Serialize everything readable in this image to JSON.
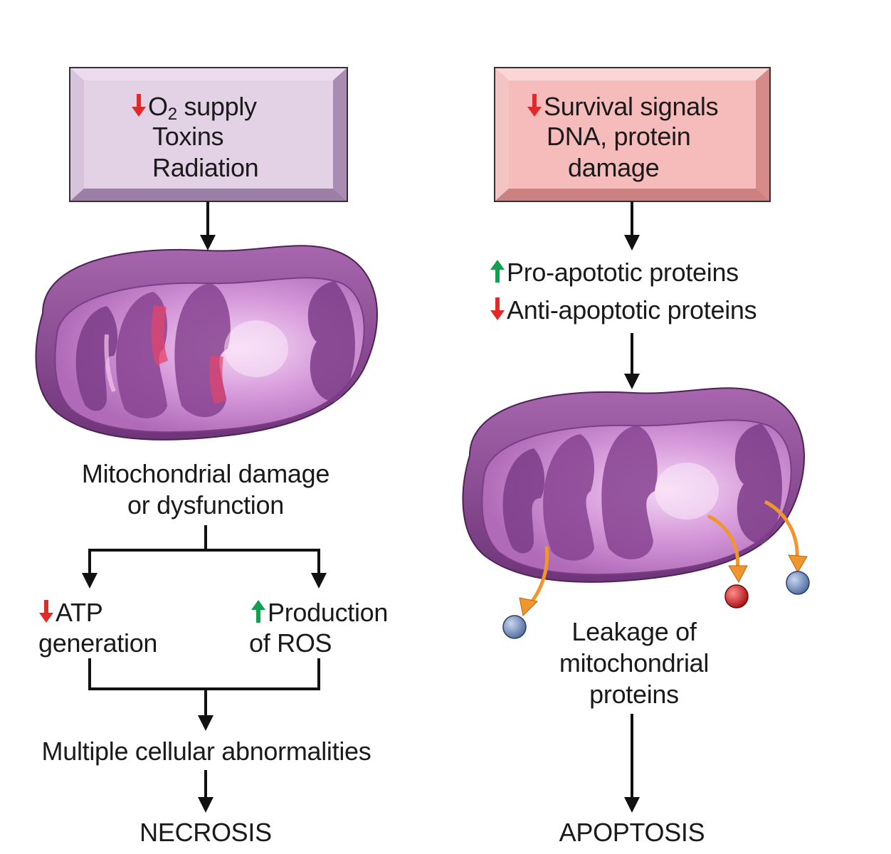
{
  "necrosis_path": {
    "stimuli": {
      "o2_prefix": "O",
      "o2_subscript": "2",
      "o2_suffix": " supply",
      "toxins": "Toxins",
      "radiation": "Radiation",
      "o2_indicator": "decrease"
    },
    "mito_label": [
      "Mitochondrial damage",
      "or dysfunction"
    ],
    "atp": [
      "ATP",
      "generation"
    ],
    "atp_indicator": "decrease",
    "ros": [
      "Production",
      "of ROS"
    ],
    "ros_indicator": "increase",
    "abnormalities": "Multiple cellular abnormalities",
    "outcome": "NECROSIS"
  },
  "apoptosis_path": {
    "stimuli": [
      "Survival signals",
      "DNA, protein",
      "damage"
    ],
    "survival_indicator": "decrease",
    "pro_apoptotic": "Pro-apototic proteins",
    "pro_indicator": "increase",
    "anti_apoptotic": "Anti-apoptotic proteins",
    "anti_indicator": "decrease",
    "leakage": [
      "Leakage of",
      "mitochondrial",
      "proteins"
    ],
    "outcome": "APOPTOSIS"
  },
  "colors": {
    "decrease_arrow": "#e02a2a",
    "increase_arrow": "#10a050",
    "left_box_fill": "#e3d2e6",
    "left_box_bevel": "#bfa6c6",
    "right_box_fill": "#f6bcbc",
    "right_box_bevel": "#e09c9c",
    "mito_outer": "#8e4f96",
    "mito_inner": "#d497d8",
    "leak_arrow": "#f0962c",
    "protein_blue": "#6f87b8",
    "protein_red": "#d22c2c"
  }
}
